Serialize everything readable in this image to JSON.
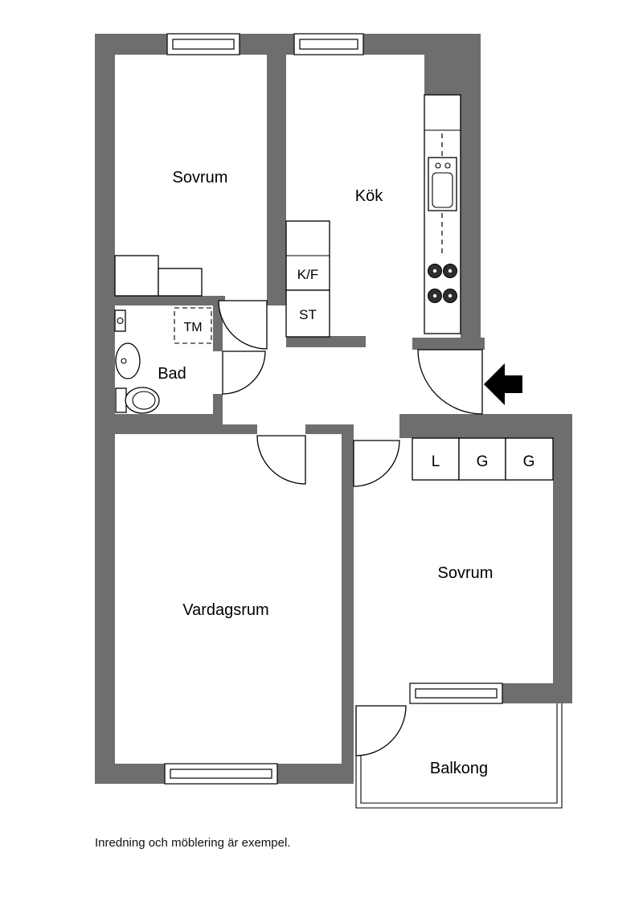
{
  "floorplan": {
    "rooms": {
      "bedroom_top": {
        "label": "Sovrum"
      },
      "kitchen": {
        "label": "Kök"
      },
      "bathroom": {
        "label": "Bad"
      },
      "living_room": {
        "label": "Vardagsrum"
      },
      "bedroom_bottom": {
        "label": "Sovrum"
      },
      "balcony": {
        "label": "Balkong"
      }
    },
    "closets": {
      "fridge_freezer_label": "K/F",
      "storage_label": "ST",
      "washing_machine_label": "TM",
      "wardrobes": [
        "L",
        "G",
        "G"
      ]
    },
    "caption": "Inredning och möblering är exempel.",
    "colors": {
      "wall": "#6e6e6e",
      "line": "#000000",
      "background": "#ffffff"
    }
  }
}
